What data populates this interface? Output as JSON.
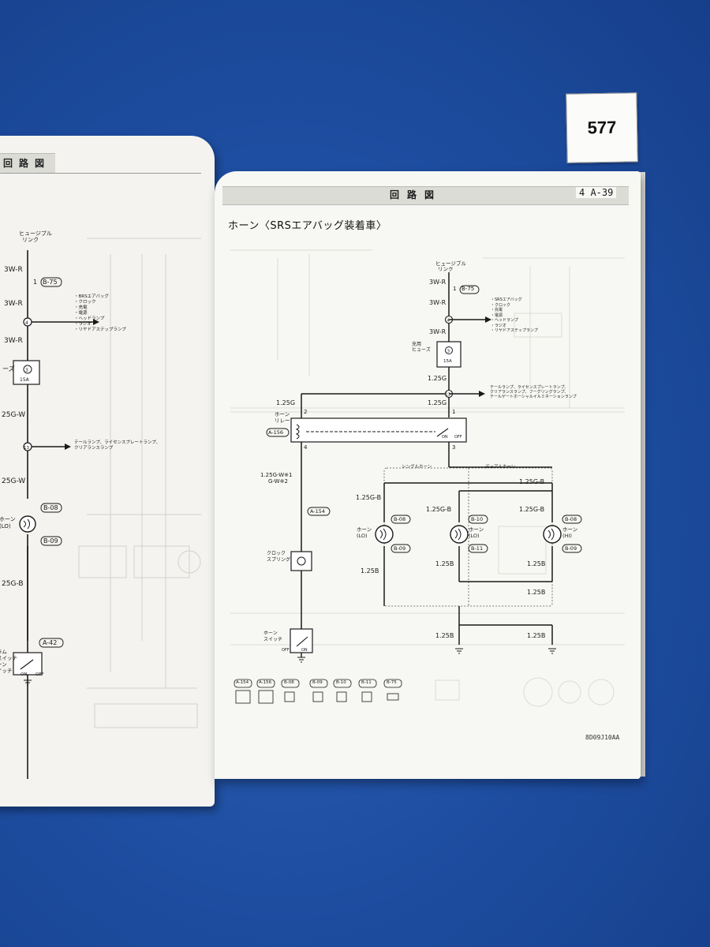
{
  "sticker": {
    "number": "577"
  },
  "left_page": {
    "header": "回路図",
    "labels": {
      "fusible_link": "ヒュージブル",
      "fusible_link_2": "リンク",
      "wire_3wr_a": "3W-R",
      "wire_3wr_b": "3W-R",
      "wire_3wr_c": "3W-R",
      "pin_1_b75": "1",
      "conn_b75": "B-75",
      "feeds": [
        "・BRSエアバッグ",
        "・クロック",
        "・充電",
        "・電源",
        "・ヘッドランプ",
        "・ラジオ",
        "・リヤドアステップランプ"
      ],
      "fuse_label": "ーズ",
      "fuse_amp": "15A",
      "wire_125gw": "25G-W",
      "tail_lamps": "テールランプ、ライセンスプレートランプ、",
      "tail_lamps_2": "クリアランスランプ",
      "wire_125gw_2": "25G-W",
      "conn_b08": "B-08",
      "horn_lo": "ホーン",
      "horn_lo_2": "(LO)",
      "conn_b09": "B-09",
      "wire_125gb": "25G-B",
      "conn_a42": "A-42",
      "switch_label": "ラム",
      "switch_label_2": "スイッチ",
      "switch_label_3": "ーン",
      "switch_label_4": "イッチ",
      "on_label": "ON",
      "off_label": "OFF"
    }
  },
  "right_page": {
    "header_title": "回路図",
    "page_code": "4 A-39",
    "section_title": "ホーン〈SRSエアバッグ装着車〉",
    "footer_code": "8D09J10AA",
    "diagram": {
      "fusible_link": "ヒュージブル",
      "fusible_link_2": "リンク",
      "wire_top": "3W-R",
      "pin_1": "1",
      "conn_b75": "B-75",
      "wire_mid": "3W-R",
      "feeds": [
        "・SRSエアバッグ",
        "・クロック",
        "・充電",
        "・電源",
        "・ヘッドランプ",
        "・ラジオ",
        "・リヤドアステップランプ"
      ],
      "wire_3wr_3": "3W-R",
      "fuse_name": "充用",
      "fuse_name_2": "ヒューズ",
      "fuse_amp": "15A",
      "wire_125g_a": "1.25G",
      "tail_feeds": [
        "テールランプ、ライセンスプレートランプ、",
        "クリアランスランプ、フーグリングランプ、",
        "テールゲートホーシャルイルミネーションランプ"
      ],
      "wire_125g_b": "1.25G",
      "wire_125g_c": "1.25G",
      "relay_name": "ホーン",
      "relay_name_2": "リレー",
      "conn_a156": "A-156",
      "relay_pin2": "2",
      "relay_pin1": "1",
      "relay_pin4": "4",
      "relay_pin3": "3",
      "relay_on": "ON",
      "relay_off": "OFF",
      "single_horn": "シングルホーン",
      "dual_horn": "デュアルホーン",
      "wire_125gw_x1": "1.25G-W※1",
      "wire_gw_x2": "G-W※2",
      "wire_125gb_a": "1.25G-B",
      "wire_125gb_b": "1.25G-B",
      "wire_125gb_c": "1.25G-B",
      "wire_125gb_d": "1.25G-B",
      "conn_a154": "A-154",
      "horn_single": "ホーン",
      "horn_single_2": "(LO)",
      "conn_b08a": "B-08",
      "conn_b09a": "B-09",
      "horn_dual_lo": "ホーン",
      "horn_dual_lo_2": "(LO)",
      "conn_b10": "B-10",
      "conn_b11": "B-11",
      "horn_dual_hi": "ホーン",
      "horn_dual_hi_2": "(HI)",
      "conn_b08b": "B-08",
      "conn_b09b": "B-09",
      "clock_spring": "クロック",
      "clock_spring_2": "スプリング",
      "wire_125b_a": "1.25B",
      "wire_125b_b": "1.25B",
      "wire_125b_c": "1.25B",
      "wire_125b_d": "1.25B",
      "wire_125b_e": "1.25B",
      "wire_125b_f": "1.25B",
      "horn_switch": "ホーン",
      "horn_switch_2": "スイッチ",
      "sw_off": "OFF",
      "sw_on": "ON",
      "pin_1_generic": "1",
      "legend_connectors": [
        "A-154",
        "A-156",
        "B-08",
        "B-09",
        "B-10",
        "B-11",
        "B-75"
      ]
    }
  },
  "colors": {
    "background": "#1f4fa3",
    "paper": "#f7f7f4",
    "ink": "#1a1a1a",
    "ghost_ink": "#c8c8c4"
  }
}
